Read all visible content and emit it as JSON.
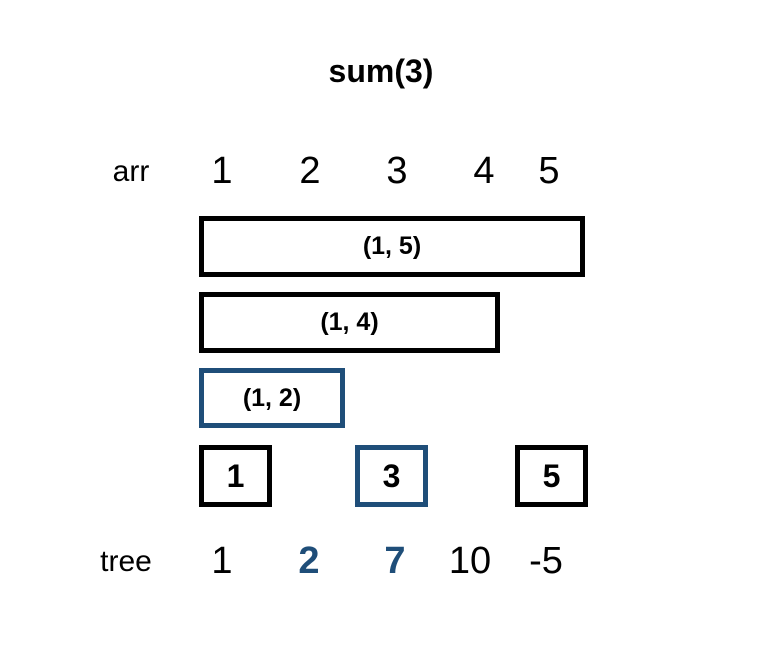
{
  "title": "sum(3)",
  "colors": {
    "highlight": "#1f4e79",
    "default": "#000000",
    "background": "#ffffff"
  },
  "arr": {
    "label": "arr",
    "values": [
      "1",
      "2",
      "3",
      "4",
      "5"
    ]
  },
  "range_boxes": [
    {
      "label": "(1, 5)",
      "highlighted": false
    },
    {
      "label": "(1, 4)",
      "highlighted": false
    },
    {
      "label": "(1, 2)",
      "highlighted": true
    }
  ],
  "leaf_boxes": [
    {
      "label": "1",
      "highlighted": false
    },
    {
      "label": "3",
      "highlighted": true
    },
    {
      "label": "5",
      "highlighted": false
    }
  ],
  "tree": {
    "label": "tree",
    "values": [
      "1",
      "2",
      "7",
      "10",
      "-5"
    ],
    "highlighted_indices": [
      1,
      2
    ]
  }
}
